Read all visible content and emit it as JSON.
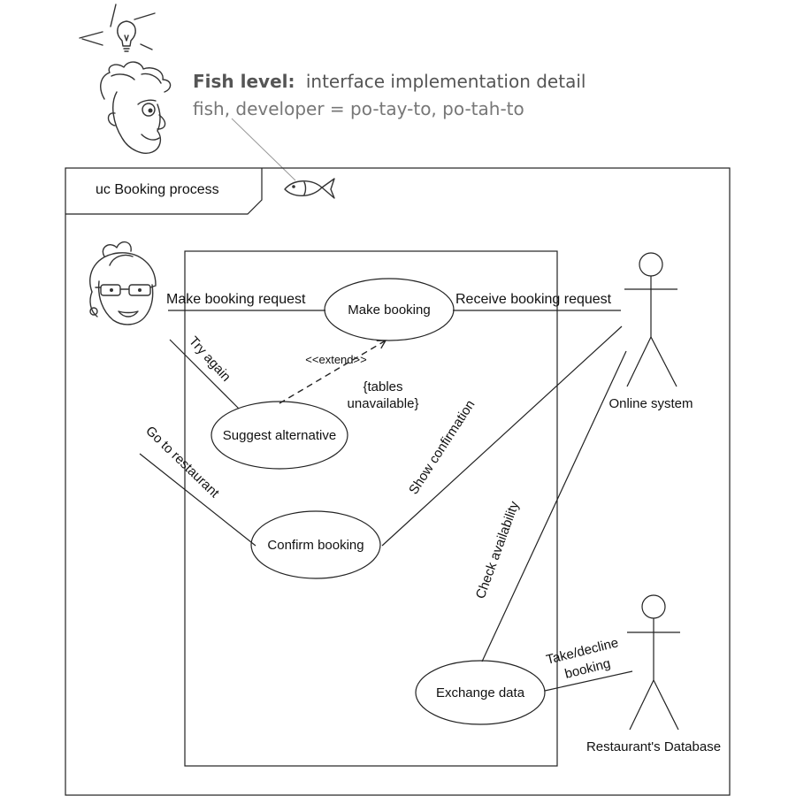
{
  "annotation": {
    "heading_bold": "Fish level:",
    "heading_rest": "interface implementation detail",
    "subline": "fish, developer = po-tay-to, po-tah-to"
  },
  "frame": {
    "title": "uc Booking process"
  },
  "actors": {
    "customer": {
      "label": ""
    },
    "online_system": {
      "label": "Online system"
    },
    "database": {
      "label": "Restaurant's Database"
    }
  },
  "use_cases": {
    "make_booking": "Make booking",
    "suggest_alternative": "Suggest alternative",
    "confirm_booking": "Confirm booking",
    "exchange_data": "Exchange data"
  },
  "associations": {
    "make_booking_request": "Make booking request",
    "receive_booking_request": "Receive booking request",
    "try_again": "Try again",
    "go_to_restaurant": "Go to restaurant",
    "show_confirmation": "Show confirmation",
    "check_availability": "Check availability",
    "take_decline_line1": "Take/decline",
    "take_decline_line2": "booking"
  },
  "extend": {
    "stereotype": "<<extend>>",
    "condition_line1": "{tables",
    "condition_line2": "unavailable}"
  },
  "icons": [
    "lightbulb-icon",
    "developer-face-icon",
    "fish-icon",
    "customer-face-icon"
  ]
}
